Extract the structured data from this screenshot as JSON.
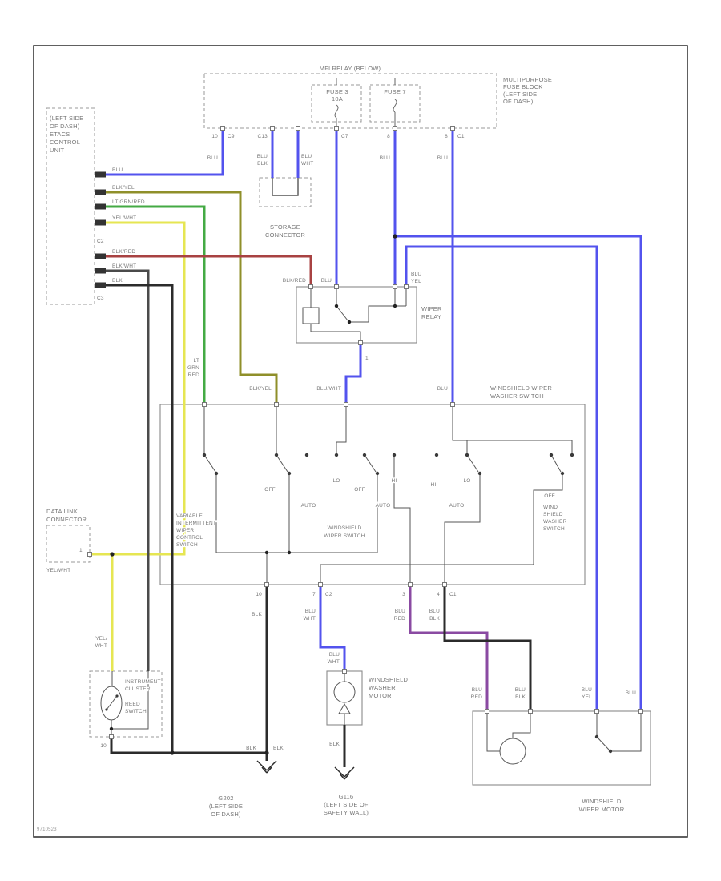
{
  "diagram": {
    "footer_code": "9710523",
    "fuse_block": {
      "top_label": "MFI RELAY (BELOW)",
      "title": [
        "MULTIPURPOSE",
        "FUSE BLOCK",
        "(LEFT SIDE",
        "OF DASH)"
      ],
      "fuse3_name": "FUSE 3",
      "fuse3_amp": "10A",
      "fuse7_name": "FUSE 7",
      "pins": {
        "p10": "10",
        "c9": "C9",
        "c13": "C13",
        "c7": "C7",
        "p8a": "8",
        "p8b": "8",
        "c1": "C1"
      }
    },
    "top_wires": {
      "blu_left": "BLU",
      "storage_l1": "BLU",
      "storage_l2": "BLK",
      "storage_r1": "BLU",
      "storage_r2": "WHT",
      "blu_f7": "BLU",
      "blu_right": "BLU"
    },
    "storage": {
      "title": [
        "STORAGE",
        "CONNECTOR"
      ]
    },
    "etacs": {
      "title": [
        "(LEFT SIDE",
        "OF DASH)",
        "ETACS",
        "CONTROL",
        "UNIT"
      ],
      "rows": [
        {
          "color": "BLU"
        },
        {
          "color": "BLK/YEL"
        },
        {
          "color": "LT GRN/RED"
        },
        {
          "color": "YEL/WHT"
        },
        {
          "color": "BLK/RED"
        },
        {
          "color": "BLK/WHT"
        },
        {
          "color": "BLK"
        }
      ],
      "conn_a": "C2",
      "conn_b": "C3"
    },
    "relay": {
      "title": [
        "WIPER",
        "RELAY"
      ],
      "blk_red": "BLK/RED",
      "blu": "BLU",
      "blu_yel1": "BLU",
      "blu_yel2": "YEL",
      "pin1": "1"
    },
    "switch": {
      "title": [
        "WINDSHIELD WIPER",
        "WASHER SWITCH"
      ],
      "lt1": "LT",
      "lt2": "GRN",
      "lt3": "RED",
      "blk_yel": "BLK/YEL",
      "blu_wht": "BLU/WHT",
      "blu": "BLU",
      "varint": [
        "VARIABLE",
        "INTERMITTENT",
        "WIPER",
        "CONTROL",
        "SWITCH"
      ],
      "wiper_title": [
        "WINDSHIELD",
        "WIPER SWITCH"
      ],
      "washer_title": [
        "WIND",
        "SHIELD",
        "WASHER",
        "SWITCH"
      ],
      "pos": {
        "b_off": "OFF",
        "b_lo": "LO",
        "b_auto": "AUTO",
        "c_off": "OFF",
        "c_hi": "HI",
        "c_auto": "AUTO",
        "d_hi": "HI",
        "d_lo": "LO",
        "d_auto": "AUTO",
        "w_off": "OFF"
      },
      "pins": {
        "p10": "10",
        "p7": "7",
        "c2": "C2",
        "p3": "3",
        "p4": "4",
        "c1": "C1"
      },
      "out": {
        "blk": "BLK",
        "bw1": "BLU",
        "bw2": "WHT",
        "br1": "BLU",
        "br2": "RED",
        "bb1": "BLU",
        "bb2": "BLK"
      }
    },
    "datalink": {
      "title": [
        "DATA LINK",
        "CONNECTOR"
      ],
      "pin": "1",
      "wire": "YEL/WHT"
    },
    "left_wire": {
      "l1": "YEL/",
      "l2": "WHT"
    },
    "cluster": {
      "title": [
        "INSTRUMENT",
        "CLUSTER"
      ],
      "reed": [
        "REED",
        "SWITCH"
      ],
      "pin": "10"
    },
    "grounds": {
      "g202": [
        "G202",
        "(LEFT SIDE",
        "OF DASH)"
      ],
      "g116": [
        "G116",
        "(LEFT SIDE OF",
        "SAFETY WALL)"
      ],
      "blk_a": "BLK",
      "blk_b": "BLK",
      "blk_c": "BLK"
    },
    "washer_motor": {
      "title": [
        "WINDSHIELD",
        "WASHER",
        "MOTOR"
      ],
      "w1": "BLU",
      "w2": "WHT"
    },
    "wiper_motor": {
      "title": [
        "WINDSHIELD",
        "WIPER MOTOR"
      ],
      "br1": "BLU",
      "br2": "RED",
      "bb1": "BLU",
      "bb2": "BLK",
      "by1": "BLU",
      "by2": "YEL",
      "b": "BLU"
    },
    "colors": {
      "blue": "#5353ee",
      "olive": "#8f8f2a",
      "green": "#44aa44",
      "yellow": "#e6e652",
      "red": "#a84242",
      "purple": "#8a4aa2",
      "dark": "#4a4a4a",
      "black": "#2b2b2b"
    }
  }
}
